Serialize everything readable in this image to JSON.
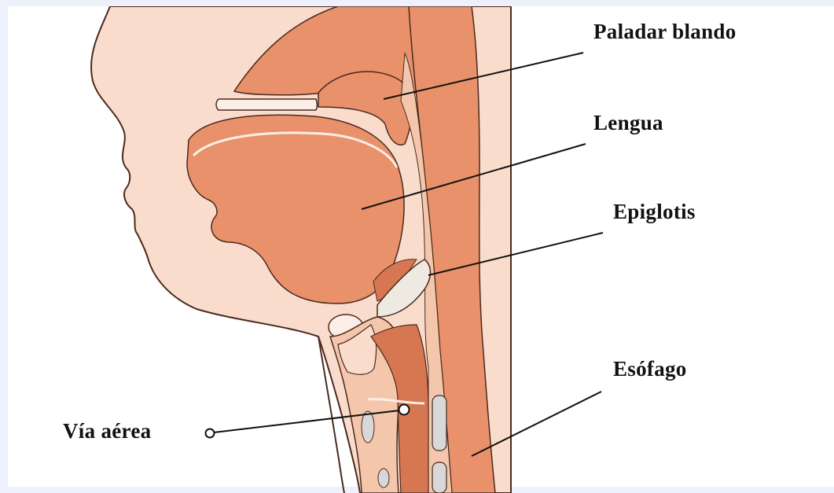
{
  "labels": {
    "paladar": "Paladar blando",
    "lengua": "Lengua",
    "epiglotis": "Epiglotis",
    "esofago": "Esófago",
    "via": "Vía aérea"
  },
  "colors": {
    "background": "#ffffff",
    "panel": "#f9dccb",
    "skin": "#f4c7ad",
    "muscle": "#e9916a",
    "muscle_dark": "#d67752",
    "cartilage": "#eeeae2",
    "bone": "#d8d8d8",
    "outline": "#4a2a1e"
  }
}
